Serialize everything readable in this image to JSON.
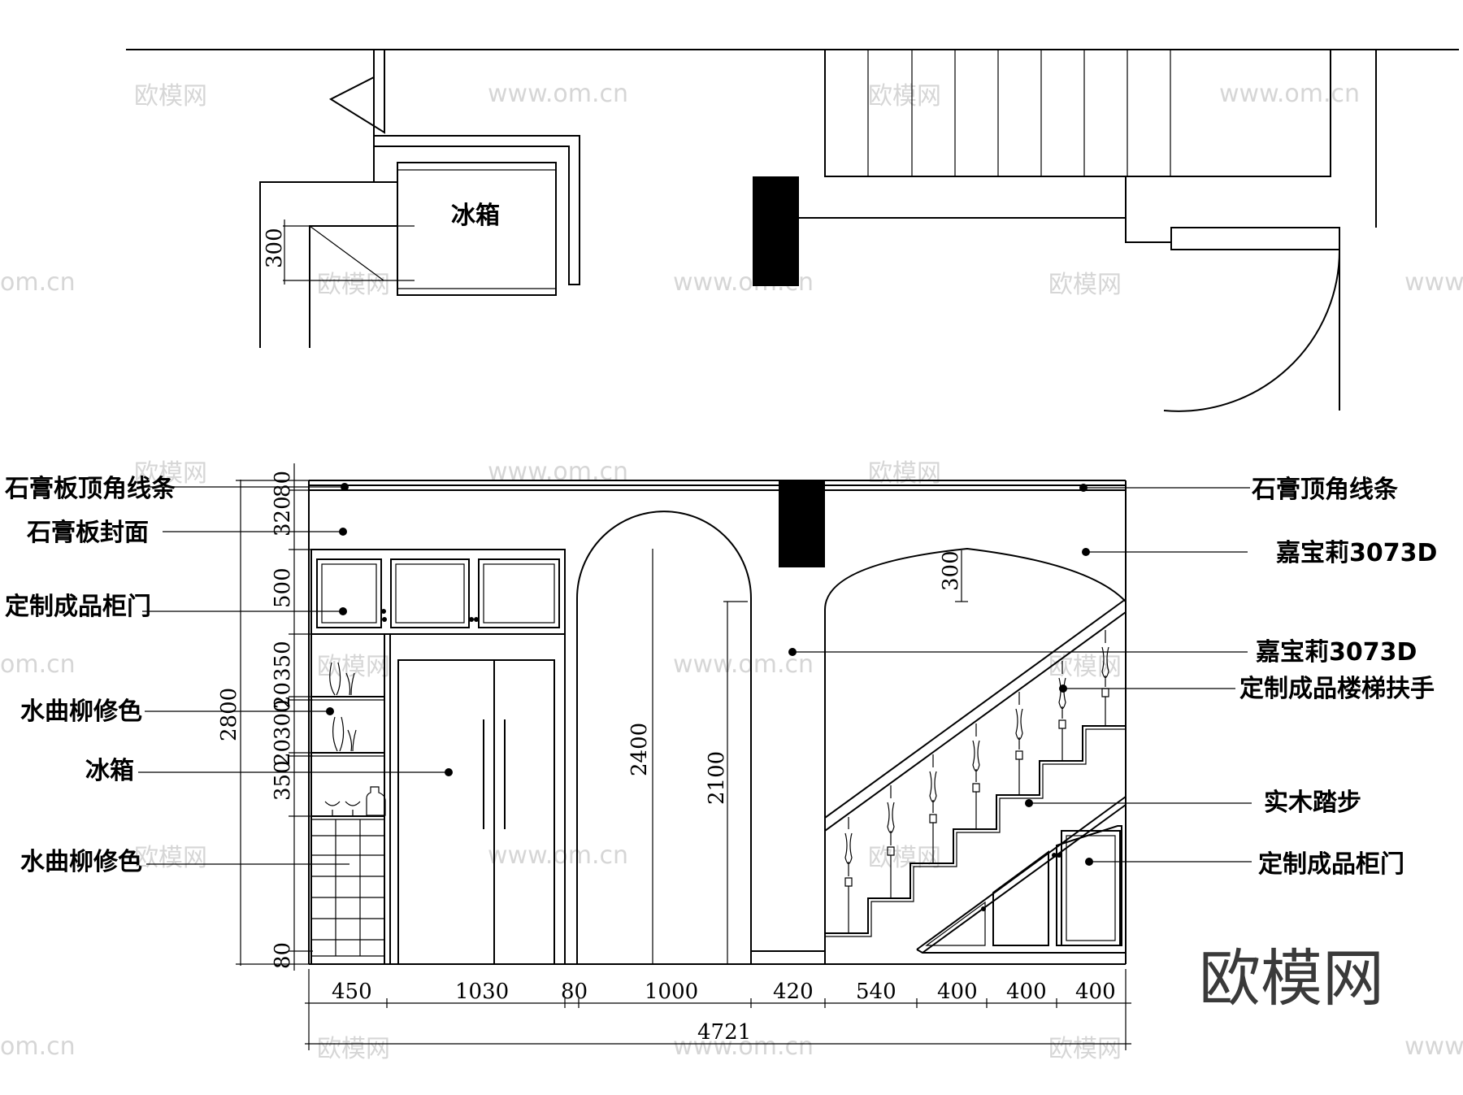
{
  "plan": {
    "fridge_label": "冰箱",
    "dim_300": "300"
  },
  "elevation": {
    "labels_left": {
      "gypsum_crown": "石膏板顶角线条",
      "gypsum_face": "石膏板封面",
      "cabinet_door_top": "定制成品柜门",
      "willow_finish_1": "水曲柳修色",
      "fridge": "冰箱",
      "willow_finish_2": "水曲柳修色"
    },
    "labels_right": {
      "plaster_crown": "石膏顶角线条",
      "paint_1": "嘉宝莉3073D",
      "paint_2": "嘉宝莉3073D",
      "handrail": "定制成品楼梯扶手",
      "wood_tread": "实木踏步",
      "cabinet_door_stair": "定制成品柜门"
    },
    "vertical_dims": {
      "d80_top": "80",
      "d320": "320",
      "d500": "500",
      "d350_a": "350",
      "d20_a": "20",
      "d300": "300",
      "d20_b": "20",
      "d350_b": "350",
      "d80_bottom": "80",
      "total_2800": "2800",
      "arch_2400": "2400",
      "opening_2100": "2100",
      "arch_rise_300": "300"
    },
    "horizontal_dims": {
      "d450": "450",
      "d1030": "1030",
      "d80": "80",
      "d1000": "1000",
      "d420": "420",
      "d540": "540",
      "d400_a": "400",
      "d400_b": "400",
      "d400_c": "400",
      "total_4721": "4721"
    }
  },
  "watermark": {
    "brand": "欧模网",
    "url": "www.om.cn",
    "short": "om.cn"
  }
}
